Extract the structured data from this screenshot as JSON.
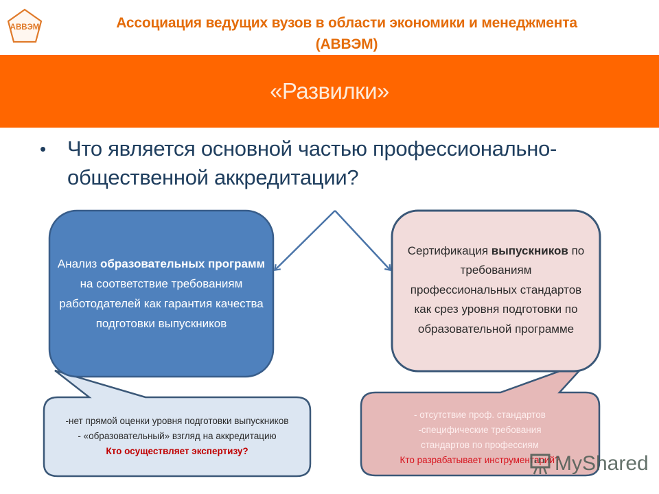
{
  "header": {
    "logo_text": "АВВЭМ",
    "org_title_line1": "Ассоциация ведущих вузов в области экономики и менеджмента",
    "org_title_line2": "(АВВЭМ)"
  },
  "slide": {
    "title": "«Развилки»",
    "question_bullet": "•",
    "question": "Что является основной частью профессионально-общественной аккредитации?"
  },
  "diagram": {
    "left_box": {
      "text_pre": "Анализ ",
      "text_bold": "образовательных программ",
      "text_post": " на соответствие требованиям работодателей как гарантия качества подготовки выпускников"
    },
    "right_box": {
      "text_pre": "Сертификация ",
      "text_bold": "выпускников",
      "text_post": " по требованиям профессиональных стандартов как срез уровня подготовки по образовательной программе"
    },
    "left_callout": {
      "line1": "-нет прямой оценки уровня подготовки выпускников",
      "line2": "- «образовательный» взгляд на аккредитацию",
      "question": "Кто осуществляет экспертизу?"
    },
    "right_callout": {
      "line1": "- отсутствие проф.  стандартов",
      "line2": "-специфические требования стандартов по профессиям",
      "question": "Кто разрабатывает инструментарий?"
    }
  },
  "watermark": {
    "text": "MyShared"
  },
  "colors": {
    "brand_orange": "#FF6600",
    "title_orange": "#E46C0A",
    "question_navy": "#1F3E5E",
    "blue_box_fill": "#4F81BD",
    "box_border": "#3B5878",
    "pink_box_fill": "#F2DCDB",
    "light_blue_callout": "#DCE6F2",
    "pink_callout": "#E6B9B8",
    "question_red": "#C00000"
  }
}
